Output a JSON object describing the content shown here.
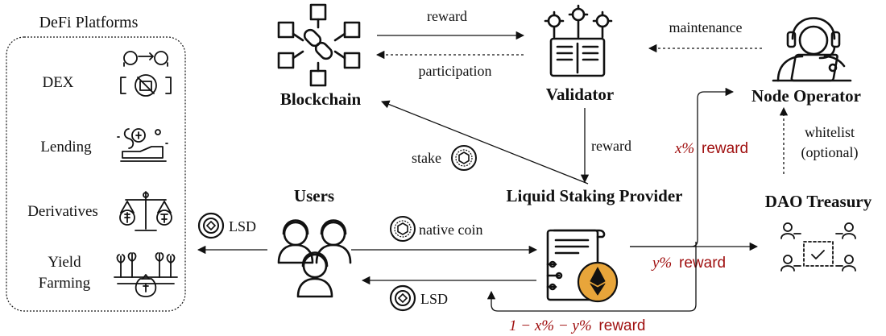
{
  "defi": {
    "title": "DeFi Platforms",
    "items": [
      "DEX",
      "Lending",
      "Derivatives",
      "Yield",
      "Farming"
    ]
  },
  "nodes": {
    "blockchain": "Blockchain",
    "validator": "Validator",
    "node_operator": "Node Operator",
    "users": "Users",
    "lsp": "Liquid Staking Provider",
    "dao": "DAO Treasury"
  },
  "edges": {
    "reward_top": "reward",
    "participation": "participation",
    "maintenance": "maintenance",
    "stake": "stake",
    "reward_mid": "reward",
    "whitelist": "whitelist",
    "optional": "(optional)",
    "lsd_left": "LSD",
    "native_coin": "native coin",
    "lsd_bottom": "LSD"
  },
  "math": {
    "x_reward_var": "x%",
    "x_reward_word": "reward",
    "y_reward_var": "y%",
    "y_reward_word": "reward",
    "remain_reward_var": "1 − x% − y%",
    "remain_reward_word": "reward"
  },
  "colors": {
    "accent_red": "#a01010",
    "ink": "#111111"
  }
}
